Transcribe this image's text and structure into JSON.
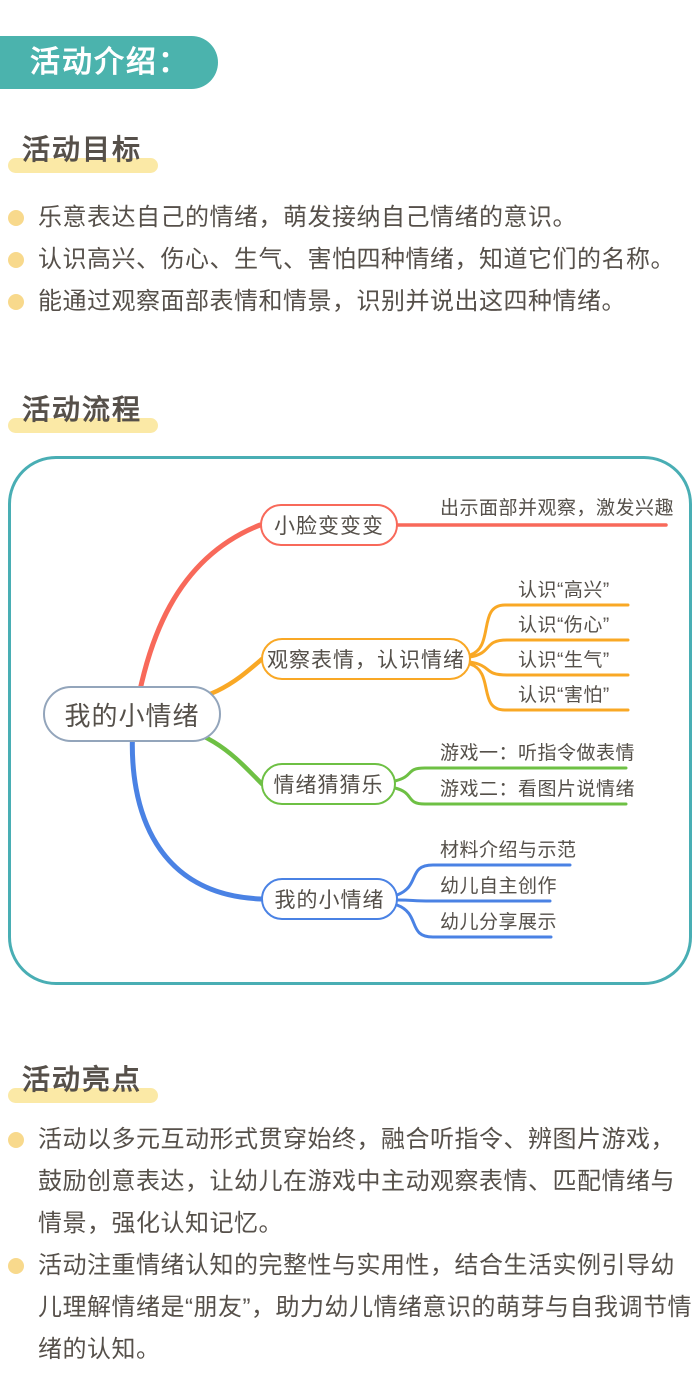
{
  "header": {
    "badge": "活动介绍："
  },
  "sections": {
    "goals": {
      "heading": "活动目标",
      "items": [
        "乐意表达自己的情绪，萌发接纳自己情绪的意识。",
        "认识高兴、伤心、生气、害怕四种情绪，知道它们的名称。",
        "能通过观察面部表情和情景，识别并说出这四种情绪。"
      ]
    },
    "flow": {
      "heading": "活动流程",
      "mindmap": {
        "root": "我的小情绪",
        "branches": [
          {
            "label": "小脸变变变",
            "color": "#f8695a",
            "children": [
              "出示面部并观察，激发兴趣"
            ]
          },
          {
            "label": "观察表情，认识情绪",
            "color": "#f9a825",
            "children": [
              "认识“高兴”",
              "认识“伤心”",
              "认识“生气”",
              "认识“害怕”"
            ]
          },
          {
            "label": "情绪猜猜乐",
            "color": "#6ec044",
            "children": [
              "游戏一：听指令做表情",
              "游戏二：看图片说情绪"
            ]
          },
          {
            "label": "我的小情绪",
            "color": "#4a82e4",
            "children": [
              "材料介绍与示范",
              "幼儿自主创作",
              "幼儿分享展示"
            ]
          }
        ]
      }
    },
    "highlights": {
      "heading": "活动亮点",
      "items": [
        "活动以多元互动形式贯穿始终，融合听指令、辨图片游戏，鼓励创意表达，让幼儿在游戏中主动观察表情、匹配情绪与情景，强化认知记忆。",
        "活动注重情绪认知的完整性与实用性，结合生活实例引导幼儿理解情绪是“朋友”，助力幼儿情绪意识的萌芽与自我调节情绪的认知。"
      ]
    }
  },
  "colors": {
    "brand_teal": "#4bb3ad",
    "frame_teal": "#49aeb4",
    "branch_red": "#f8695a",
    "branch_orange": "#f9a825",
    "branch_green": "#6ec044",
    "branch_blue": "#4a82e4",
    "root_border": "#93a5bb",
    "highlight_yellow": "#fbe9a6",
    "bullet_yellow": "#f8d98c",
    "text_dark": "#56504a"
  }
}
